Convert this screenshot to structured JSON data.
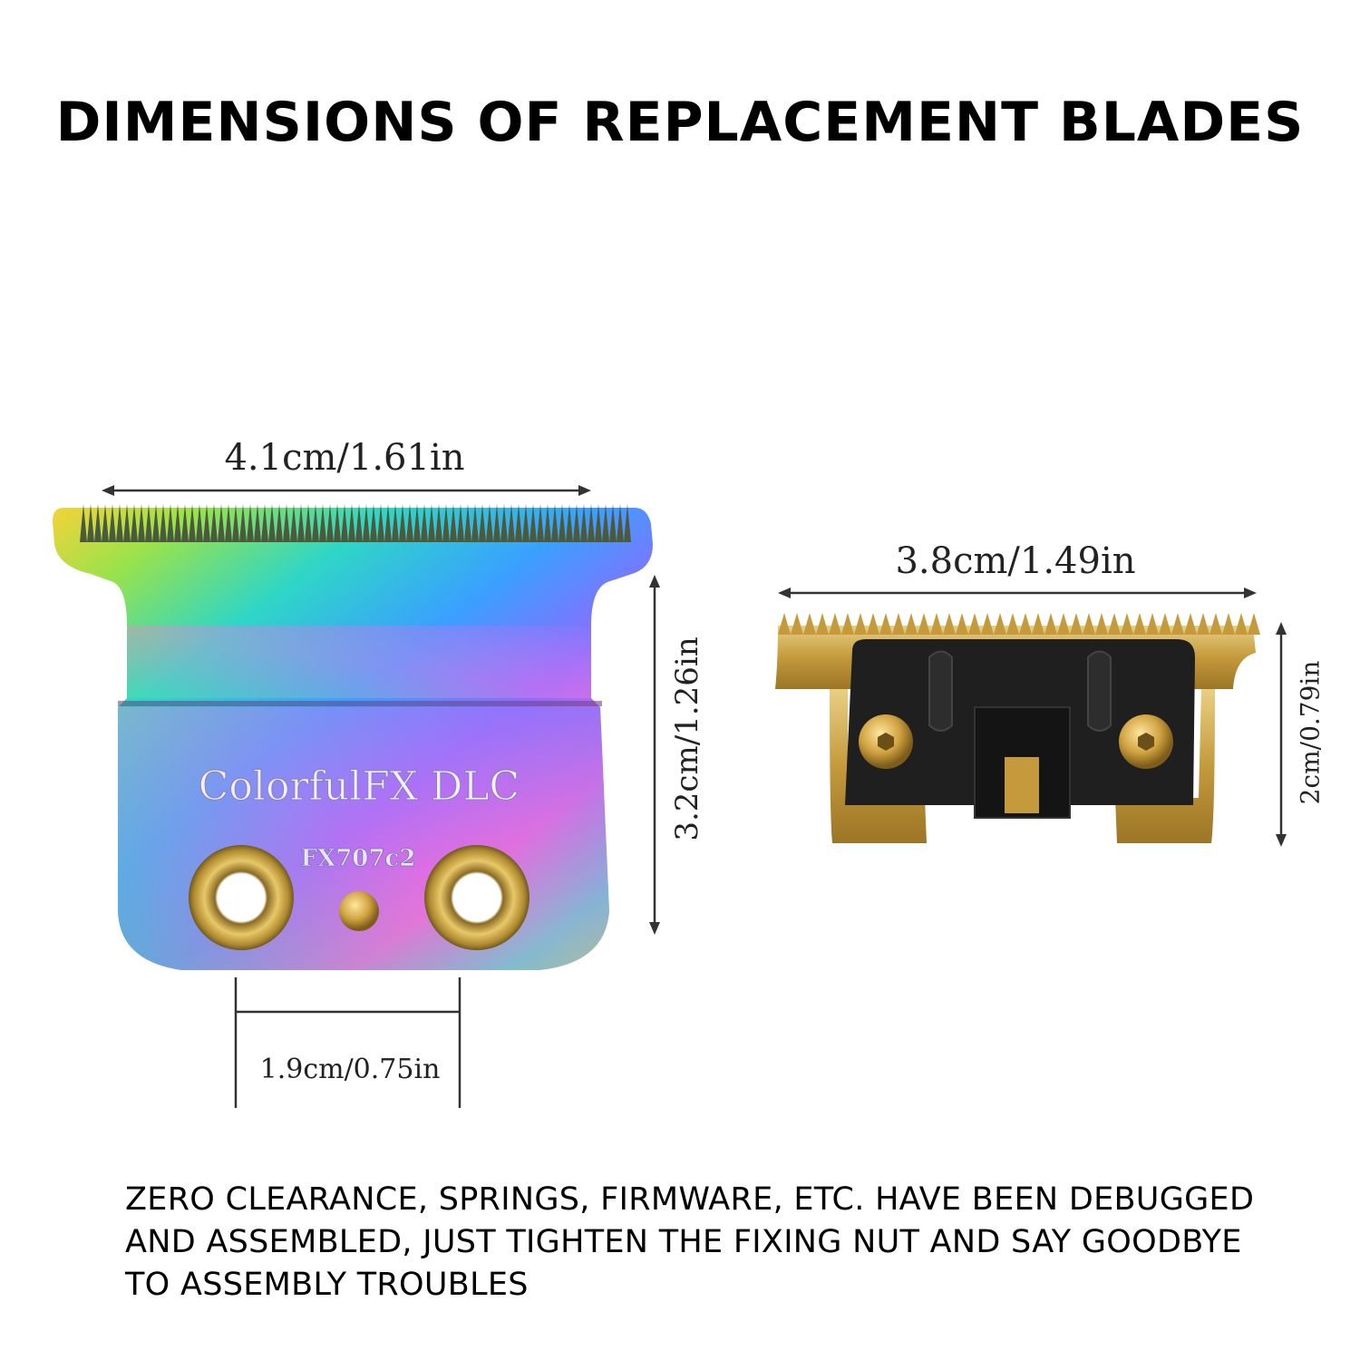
{
  "title": "DIMENSIONS OF REPLACEMENT BLADES",
  "left_blade": {
    "width_label": "4.1cm/1.61in",
    "height_label": "3.2cm/1.26in",
    "hole_spacing_label": "1.9cm/0.75in",
    "brand_text": "ColorfulFX DLC",
    "model_text": "FX707c2"
  },
  "right_blade": {
    "width_label": "3.8cm/1.49in",
    "height_label": "2cm/0.79in"
  },
  "footer": {
    "text": "ZERO CLEARANCE, SPRINGS, FIRMWARE, ETC. HAVE BEEN DEBUGGED AND ASSEMBLED, JUST TIGHTEN THE FIXING NUT AND SAY GOODBYE TO ASSEMBLY TROUBLES"
  },
  "colors": {
    "gold": "#c9a44a",
    "dark_plate": "#1f1f1f"
  }
}
